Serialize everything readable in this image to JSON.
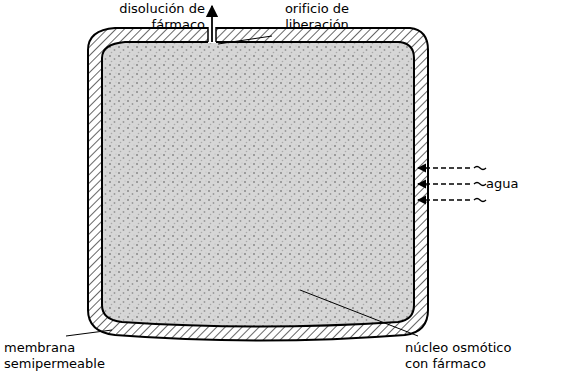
{
  "diagram": {
    "labels": [
      "disolución de fármaco",
      "orificio de liberación",
      "agua",
      "membrana semipermeable",
      "núcleo osmótico con fármaco"
    ]
  }
}
